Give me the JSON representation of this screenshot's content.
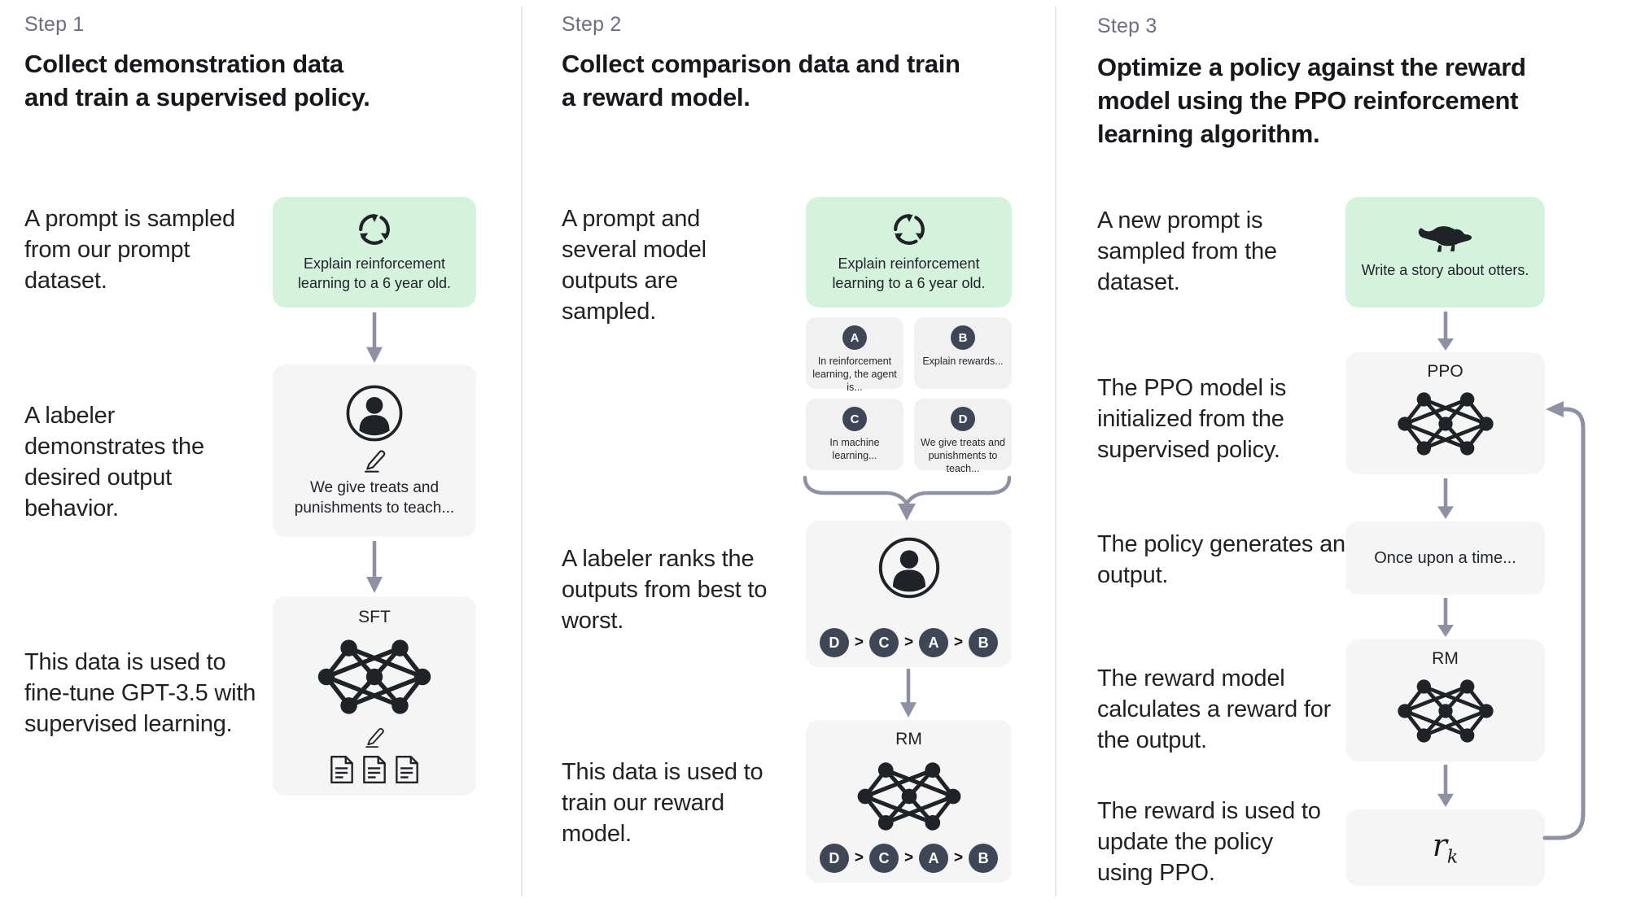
{
  "ranking_separator": ">",
  "colors": {
    "prompt_box_green": "#d5f2dc",
    "node_box_gray": "#f5f5f6",
    "output_card_gray": "#f1f1f2",
    "badge_slate": "#3f4656",
    "arrow_gray": "#8e90a3",
    "divider_gray": "#e7e7e7",
    "step_label_gray": "#6e6e80",
    "text_dark": "#1f2123"
  },
  "icons": {
    "prompt_cycle": "cycle-arrows-icon",
    "labeler": "person-icon",
    "edit": "pencil-icon",
    "documents": "document-icon",
    "network": "neural-network-icon",
    "otter": "otter-icon"
  },
  "steps": [
    {
      "label": "Step 1",
      "title": "Collect demonstration data and train a supervised policy.",
      "captions": [
        "A prompt is sampled from our prompt dataset.",
        "A labeler demonstrates the desired output behavior.",
        "This data is used to fine-tune GPT-3.5 with supervised learning."
      ],
      "prompt": "Explain reinforcement learning to a 6 year old.",
      "demo_text": "We give treats and punishments to teach...",
      "model_label": "SFT"
    },
    {
      "label": "Step 2",
      "title": "Collect comparison data and train a reward model.",
      "captions": [
        "A prompt and several model outputs are sampled.",
        "A labeler ranks the outputs from best to worst.",
        "This data is used to train our reward model."
      ],
      "prompt": "Explain reinforcement learning to a 6 year old.",
      "outputs": [
        {
          "badge": "A",
          "text": "In reinforcement learning, the agent is..."
        },
        {
          "badge": "B",
          "text": "Explain rewards..."
        },
        {
          "badge": "C",
          "text": "In machine learning..."
        },
        {
          "badge": "D",
          "text": "We give treats and punishments to teach..."
        }
      ],
      "ranking": [
        "D",
        "C",
        "A",
        "B"
      ],
      "model_label": "RM"
    },
    {
      "label": "Step 3",
      "title": "Optimize a policy against the reward model using the PPO reinforcement learning algorithm.",
      "captions": [
        "A new prompt is sampled from the dataset.",
        "The PPO model is initialized from the supervised policy.",
        "The policy generates an output.",
        "The reward model calculates a reward for the output.",
        "The reward is used to update the policy using PPO."
      ],
      "prompt": "Write a story about otters.",
      "ppo_label": "PPO",
      "output_text": "Once upon a time...",
      "rm_label": "RM",
      "reward_label": "r",
      "reward_sub": "k"
    }
  ]
}
